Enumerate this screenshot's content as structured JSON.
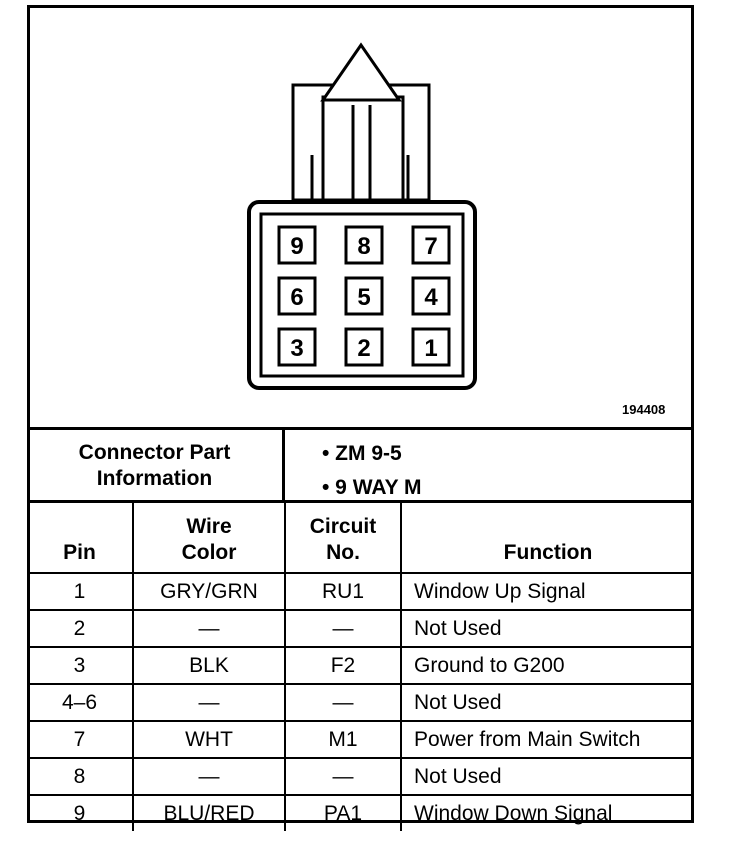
{
  "diagram": {
    "figure_id": "194408",
    "connector_pins": [
      "9",
      "8",
      "7",
      "6",
      "5",
      "4",
      "3",
      "2",
      "1"
    ]
  },
  "connector_info": {
    "title_line1": "Connector Part",
    "title_line2": "Information",
    "items": [
      "• ZM 9-5",
      "• 9 WAY M"
    ]
  },
  "table": {
    "headers": {
      "pin": "Pin",
      "wire_color_1": "Wire",
      "wire_color_2": "Color",
      "circuit_1": "Circuit",
      "circuit_2": "No.",
      "function": "Function"
    },
    "rows": [
      {
        "pin": "1",
        "color": "GRY/GRN",
        "circuit": "RU1",
        "function": "Window Up Signal"
      },
      {
        "pin": "2",
        "color": "—",
        "circuit": "—",
        "function": "Not Used"
      },
      {
        "pin": "3",
        "color": "BLK",
        "circuit": "F2",
        "function": "Ground to G200"
      },
      {
        "pin": "4–6",
        "color": "—",
        "circuit": "—",
        "function": "Not Used"
      },
      {
        "pin": "7",
        "color": "WHT",
        "circuit": "M1",
        "function": "Power from Main Switch"
      },
      {
        "pin": "8",
        "color": "—",
        "circuit": "—",
        "function": "Not Used"
      },
      {
        "pin": "9",
        "color": "BLU/RED",
        "circuit": "PA1",
        "function": "Window Down Signal"
      }
    ]
  }
}
